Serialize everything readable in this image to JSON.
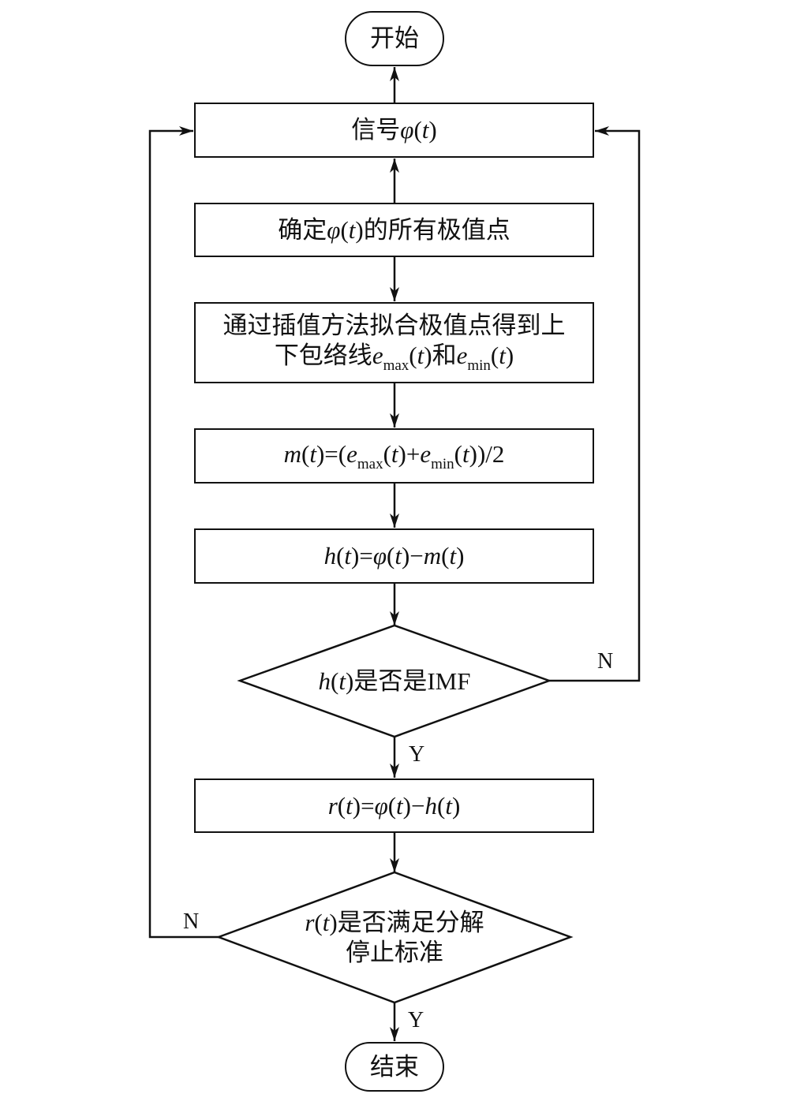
{
  "nodes": {
    "start": {
      "lines": [
        [
          "开始"
        ]
      ]
    },
    "signal": {
      "lines": [
        [
          "信号",
          {
            "var": "φ"
          },
          "(",
          {
            "var": "t"
          },
          ")"
        ]
      ]
    },
    "find_extrema": {
      "lines": [
        [
          "确定",
          {
            "var": "φ"
          },
          "(",
          {
            "var": "t"
          },
          ")的所有极值点"
        ]
      ]
    },
    "envelopes": {
      "lines": [
        [
          "通过插值方法拟合极值点得到上"
        ],
        [
          "下包络线",
          {
            "var": "e"
          },
          {
            "sub": "max"
          },
          "(",
          {
            "var": "t"
          },
          ")和",
          {
            "var": "e"
          },
          {
            "sub": "min"
          },
          "(",
          {
            "var": "t"
          },
          ")"
        ]
      ]
    },
    "mean_envelope": {
      "lines": [
        [
          {
            "var": "m"
          },
          "(",
          {
            "var": "t"
          },
          ")=(",
          {
            "var": "e"
          },
          {
            "sub": "max"
          },
          "(",
          {
            "var": "t"
          },
          ")+",
          {
            "var": "e"
          },
          {
            "sub": "min"
          },
          "(",
          {
            "var": "t"
          },
          "))/2"
        ]
      ]
    },
    "compute_h": {
      "lines": [
        [
          {
            "var": "h"
          },
          "(",
          {
            "var": "t"
          },
          ")=",
          {
            "var": "φ"
          },
          "(",
          {
            "var": "t"
          },
          ")−",
          {
            "var": "m"
          },
          "(",
          {
            "var": "t"
          },
          ")"
        ]
      ]
    },
    "is_imf": {
      "lines": [
        [
          {
            "var": "h"
          },
          "(",
          {
            "var": "t"
          },
          ")是否是IMF"
        ]
      ]
    },
    "compute_r": {
      "lines": [
        [
          {
            "var": "r"
          },
          "(",
          {
            "var": "t"
          },
          ")=",
          {
            "var": "φ"
          },
          "(",
          {
            "var": "t"
          },
          ")−",
          {
            "var": "h"
          },
          "(",
          {
            "var": "t"
          },
          ")"
        ]
      ]
    },
    "stop_criterion": {
      "lines": [
        [
          {
            "var": "r"
          },
          "(",
          {
            "var": "t"
          },
          ")是否满足分解"
        ],
        [
          "停止标准"
        ]
      ]
    },
    "end": {
      "lines": [
        [
          "结束"
        ]
      ]
    }
  },
  "edge_labels": {
    "is_imf_no": "N",
    "is_imf_yes": "Y",
    "stop_criterion_no": "N",
    "stop_criterion_yes": "Y"
  }
}
